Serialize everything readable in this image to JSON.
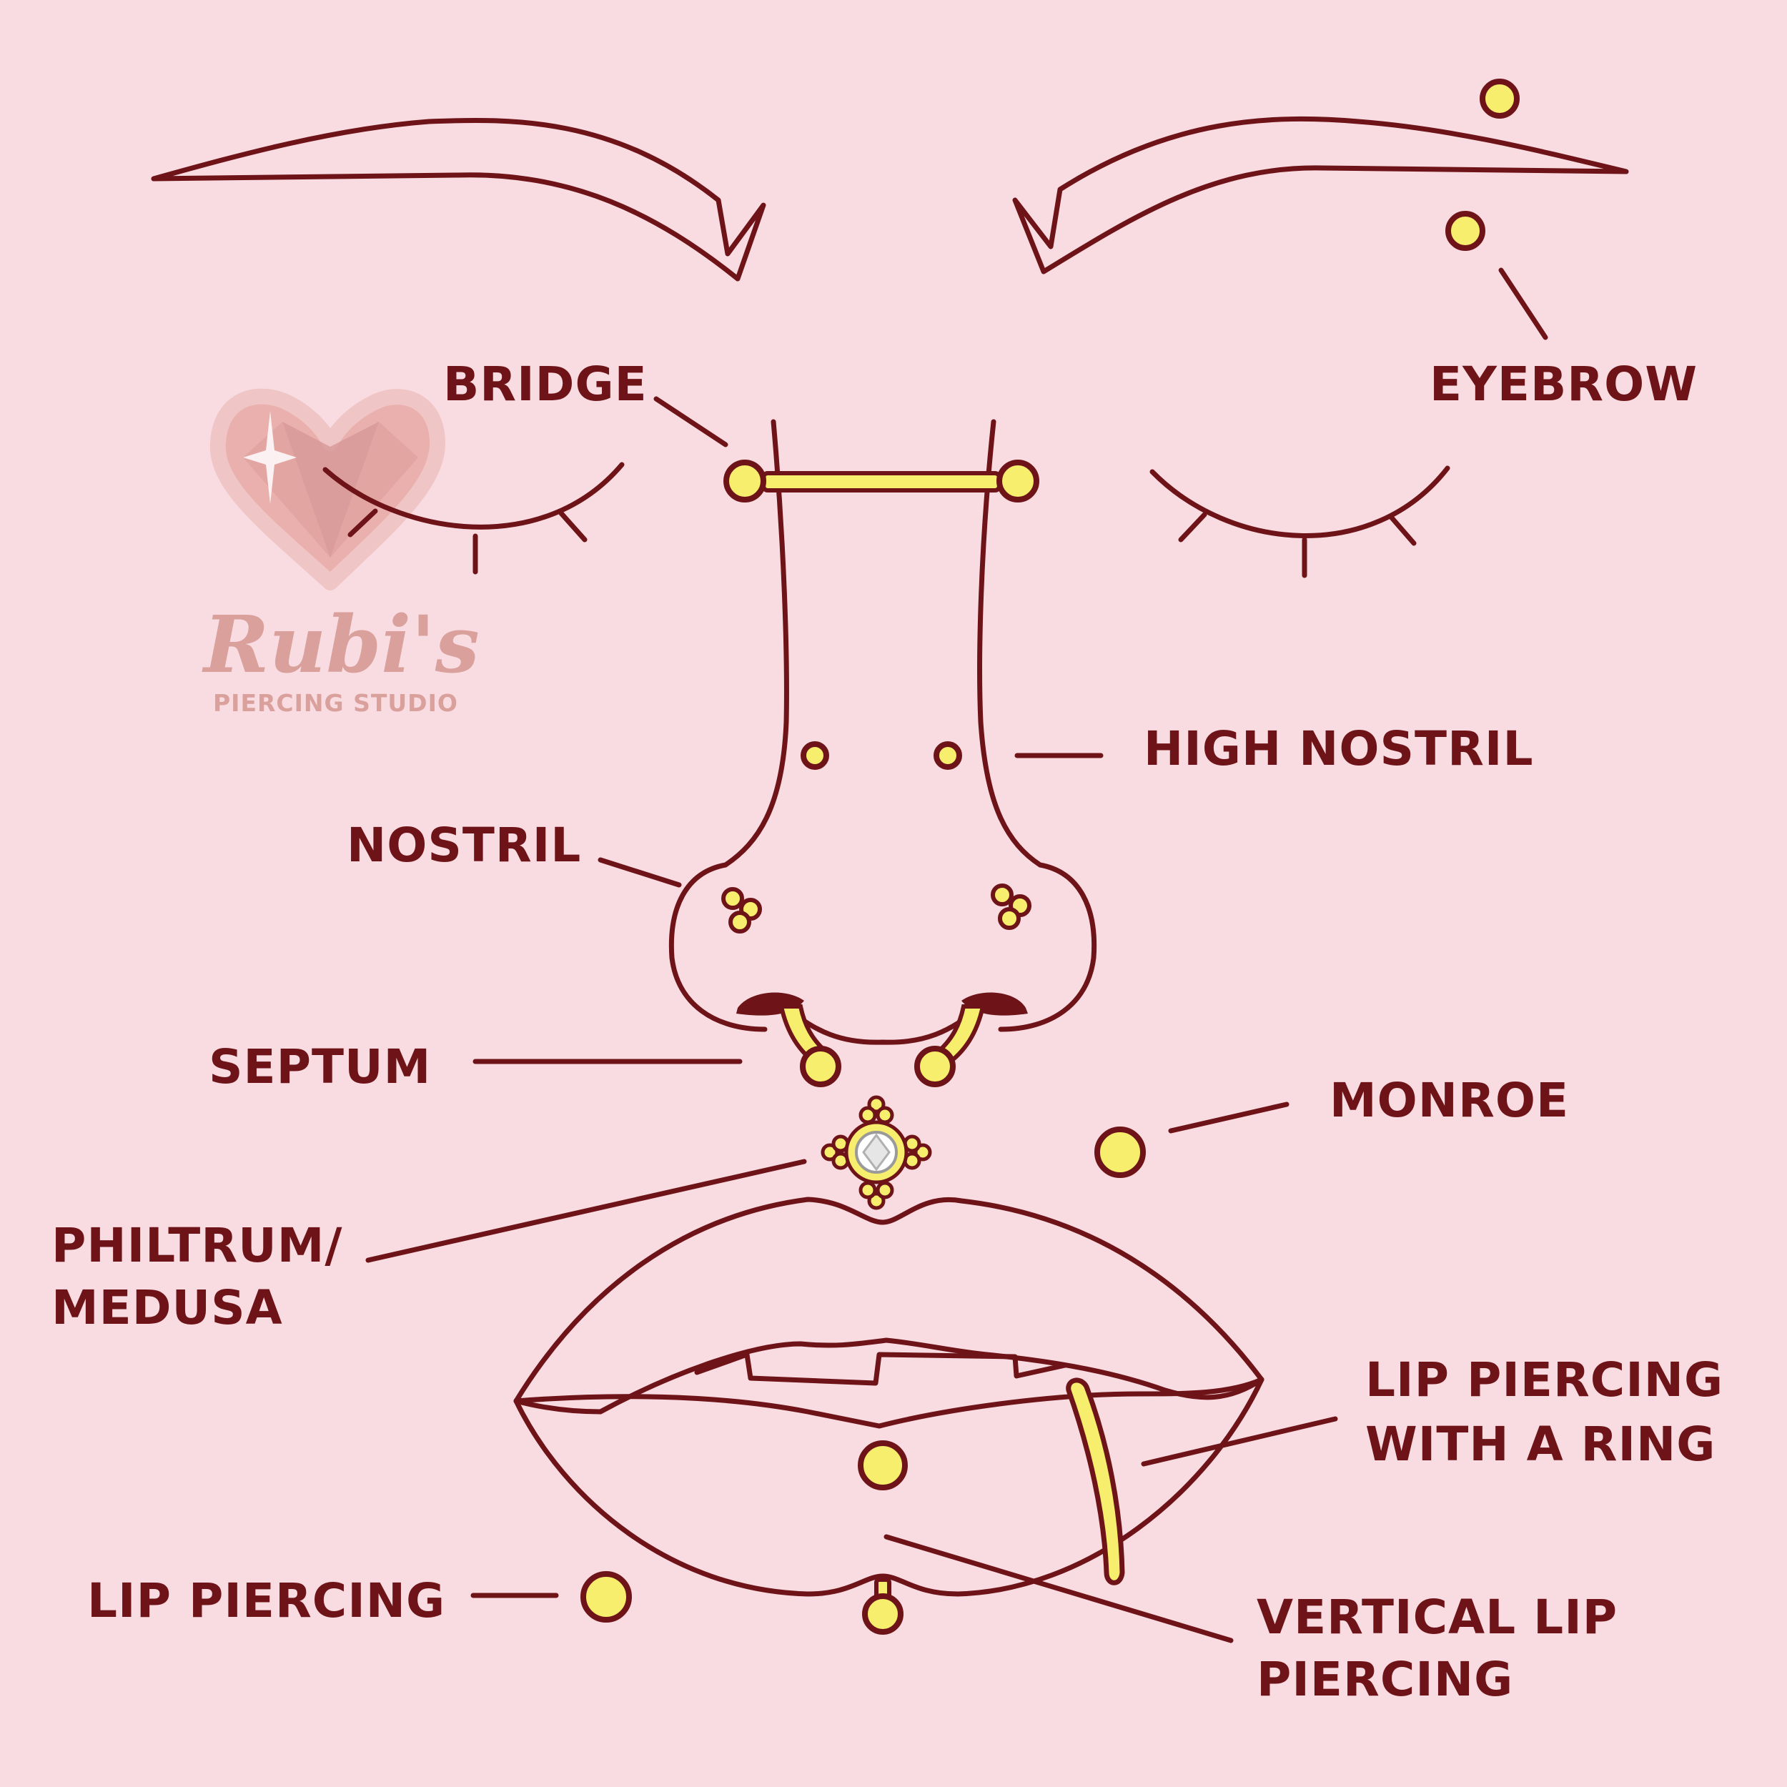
{
  "colors": {
    "background": "#f8dce1",
    "outline": "#6e1418",
    "jewelry_fill": "#f6ee6c",
    "logo_pink": "#e8a9a4",
    "logo_text": "#d9a09c"
  },
  "logo": {
    "brand": "Rubi's",
    "tagline": "PIERCING STUDIO",
    "icon": "gem-heart-icon"
  },
  "labels": {
    "bridge": "BRIDGE",
    "eyebrow": "EYEBROW",
    "high_nostril": "HIGH NOSTRIL",
    "nostril": "NOSTRIL",
    "septum": "SEPTUM",
    "monroe": "MONROE",
    "philtrum_line1": "PHILTRUM/",
    "philtrum_line2": "MEDUSA",
    "lip_ring_line1": "LIP PIERCING",
    "lip_ring_line2": "WITH A RING",
    "lip_piercing": "LIP PIERCING",
    "vertical_line1": "VERTICAL LIP",
    "vertical_line2": "PIERCING"
  }
}
